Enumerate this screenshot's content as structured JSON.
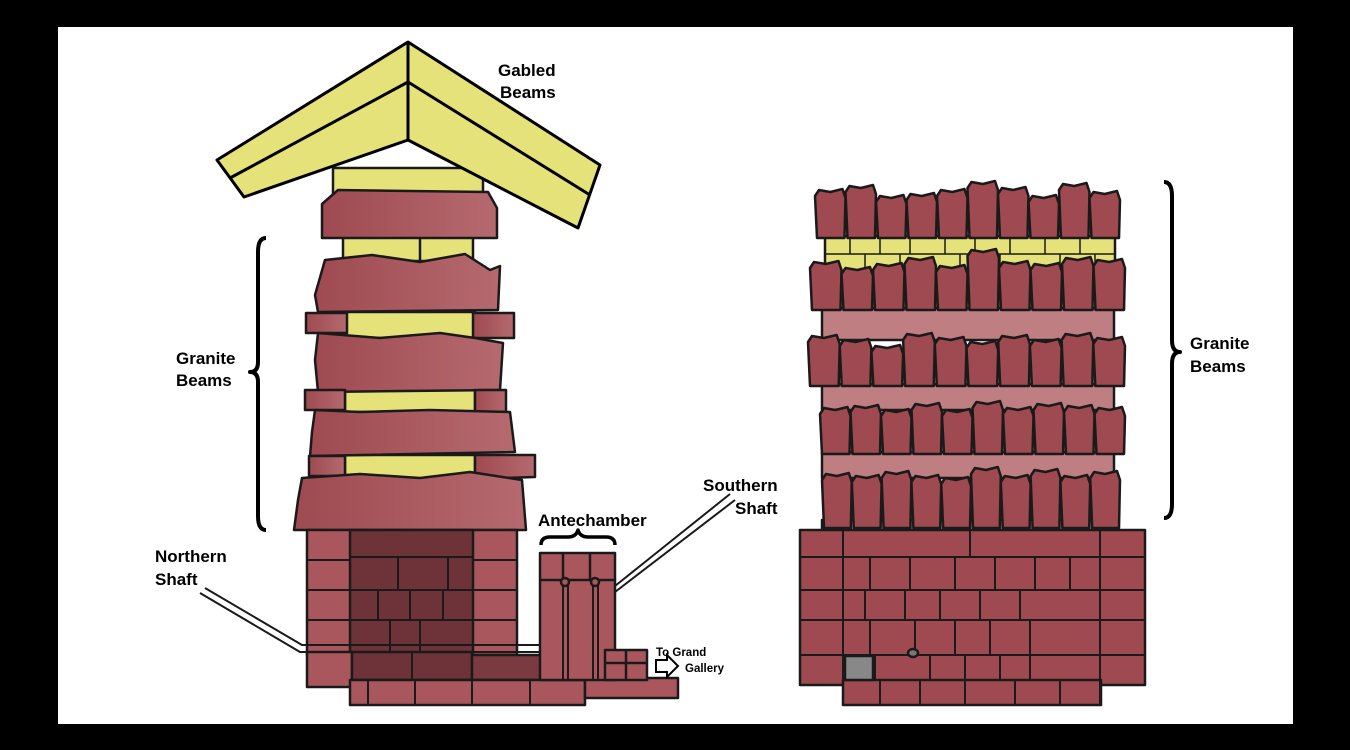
{
  "colors": {
    "frame": "#000000",
    "background": "#ffffff",
    "granite": "#9e4a50",
    "granite_light": "#ad6268",
    "granite_dark": "#6e3338",
    "granite_pale": "#bf7f82",
    "limestone": "#e6e27a",
    "gray_block": "#888888",
    "outline": "#1a1a1a"
  },
  "labels": {
    "gabled_1": "Gabled",
    "gabled_2": "Beams",
    "granite_left_1": "Granite",
    "granite_left_2": "Beams",
    "granite_right_1": "Granite",
    "granite_right_2": "Beams",
    "antechamber": "Antechamber",
    "southern_1": "Southern",
    "southern_2": "Shaft",
    "northern_1": "Northern",
    "northern_2": "Shaft",
    "grand_1": "To Grand",
    "grand_2": "Gallery"
  },
  "icons": {
    "arrow": "right-arrow-icon"
  }
}
